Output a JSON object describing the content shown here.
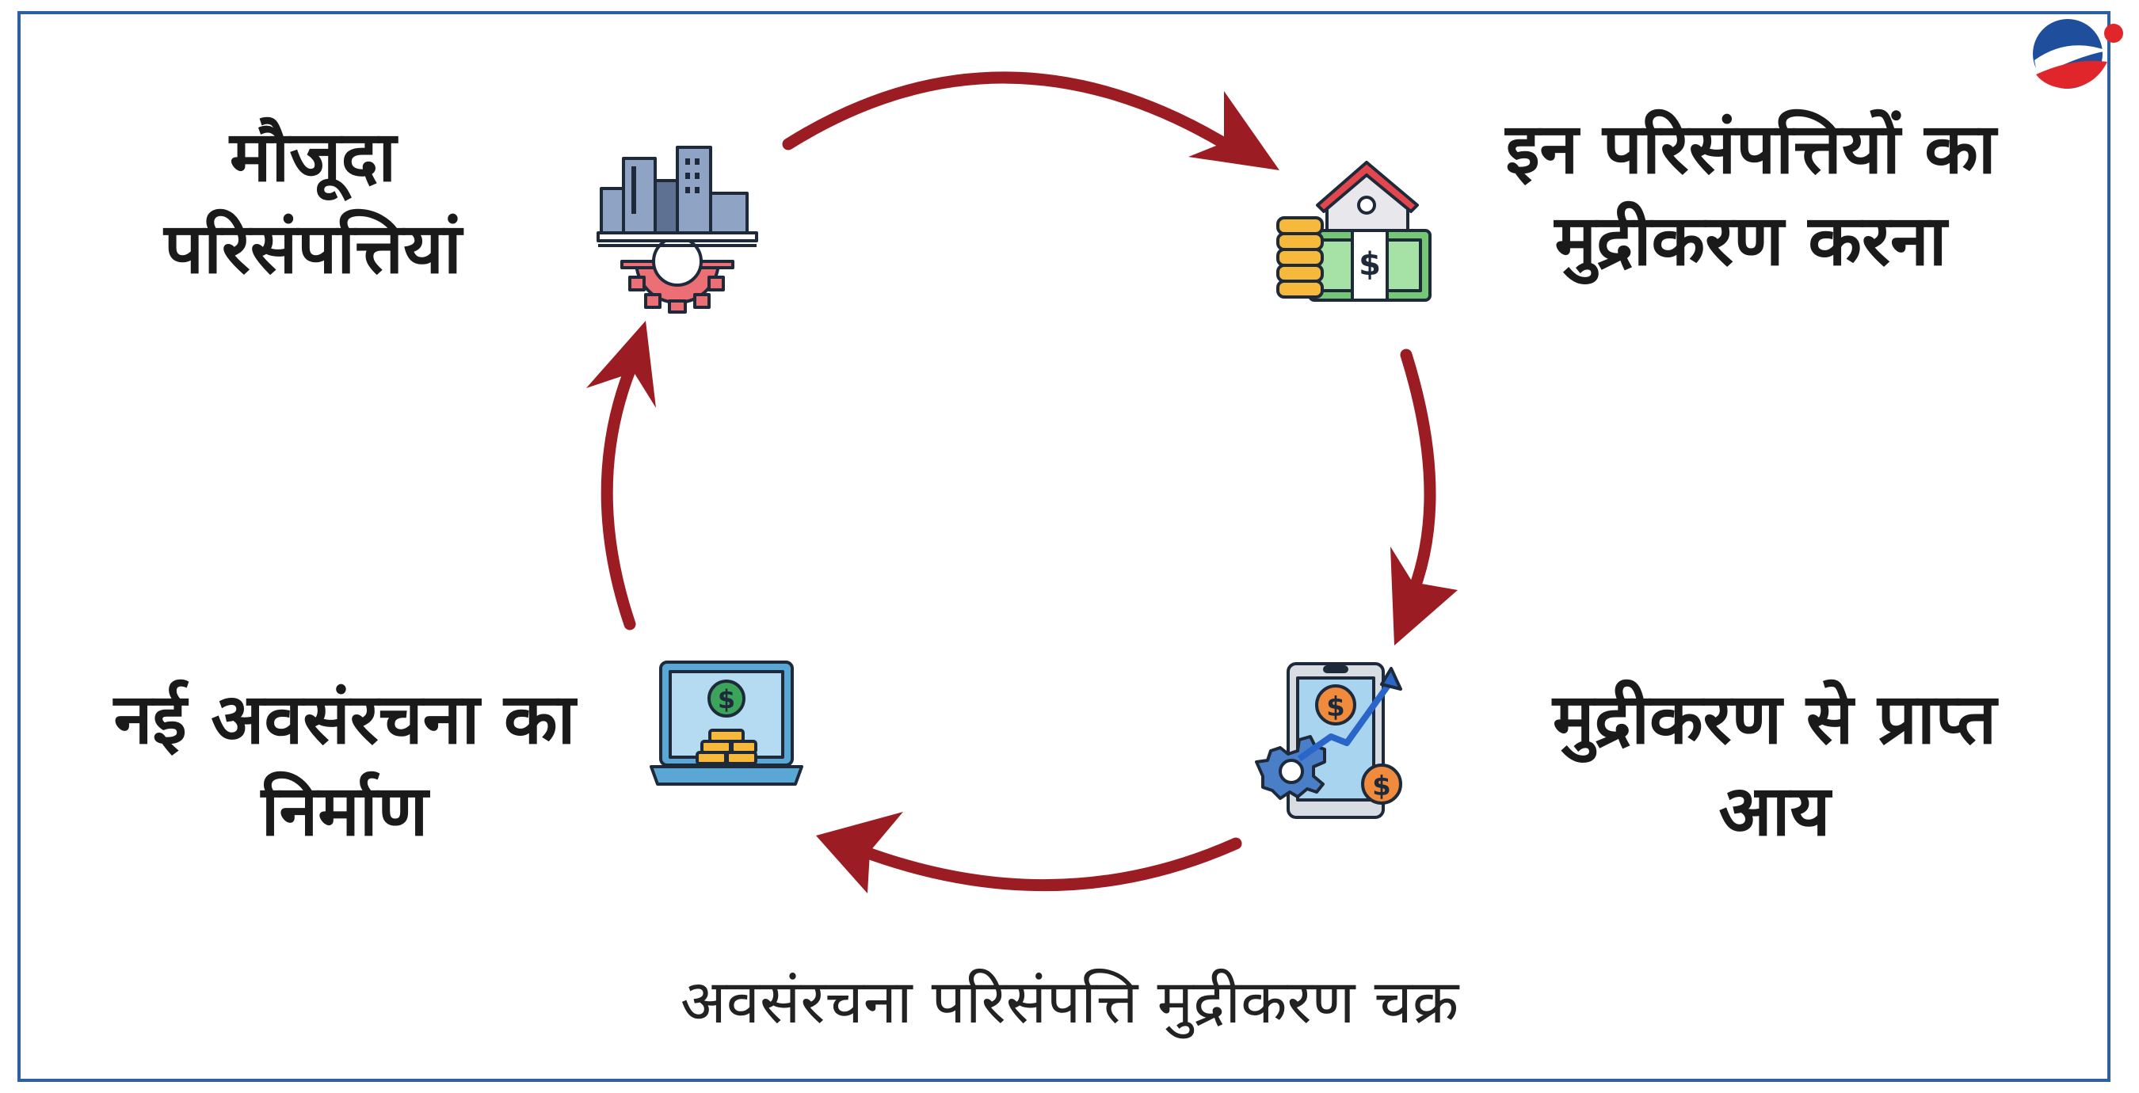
{
  "nodes": {
    "top_left": {
      "line1": "मौजूदा",
      "line2": "परिसंपत्तियां"
    },
    "top_right": {
      "line1": "इन परिसंपत्तियों का",
      "line2": "मुद्रीकरण करना"
    },
    "bottom_right": {
      "line1": "मुद्रीकरण से प्राप्त",
      "line2": "आय"
    },
    "bottom_left": {
      "line1": "नई अवसंरचना का",
      "line2": "निर्माण"
    }
  },
  "icons": {
    "top_left": "buildings-gear-icon",
    "top_right": "house-money-coins-icon",
    "bottom_right": "tablet-growth-chart-icon",
    "bottom_left": "laptop-coins-icon"
  },
  "caption": "अवसंरचना परिसंपत्ति मुद्रीकरण चक्र",
  "colors": {
    "arrow": "#9b1c22",
    "frame": "#2f5fa3",
    "logo_blue": "#1f4e9c",
    "logo_red": "#e0262b"
  }
}
